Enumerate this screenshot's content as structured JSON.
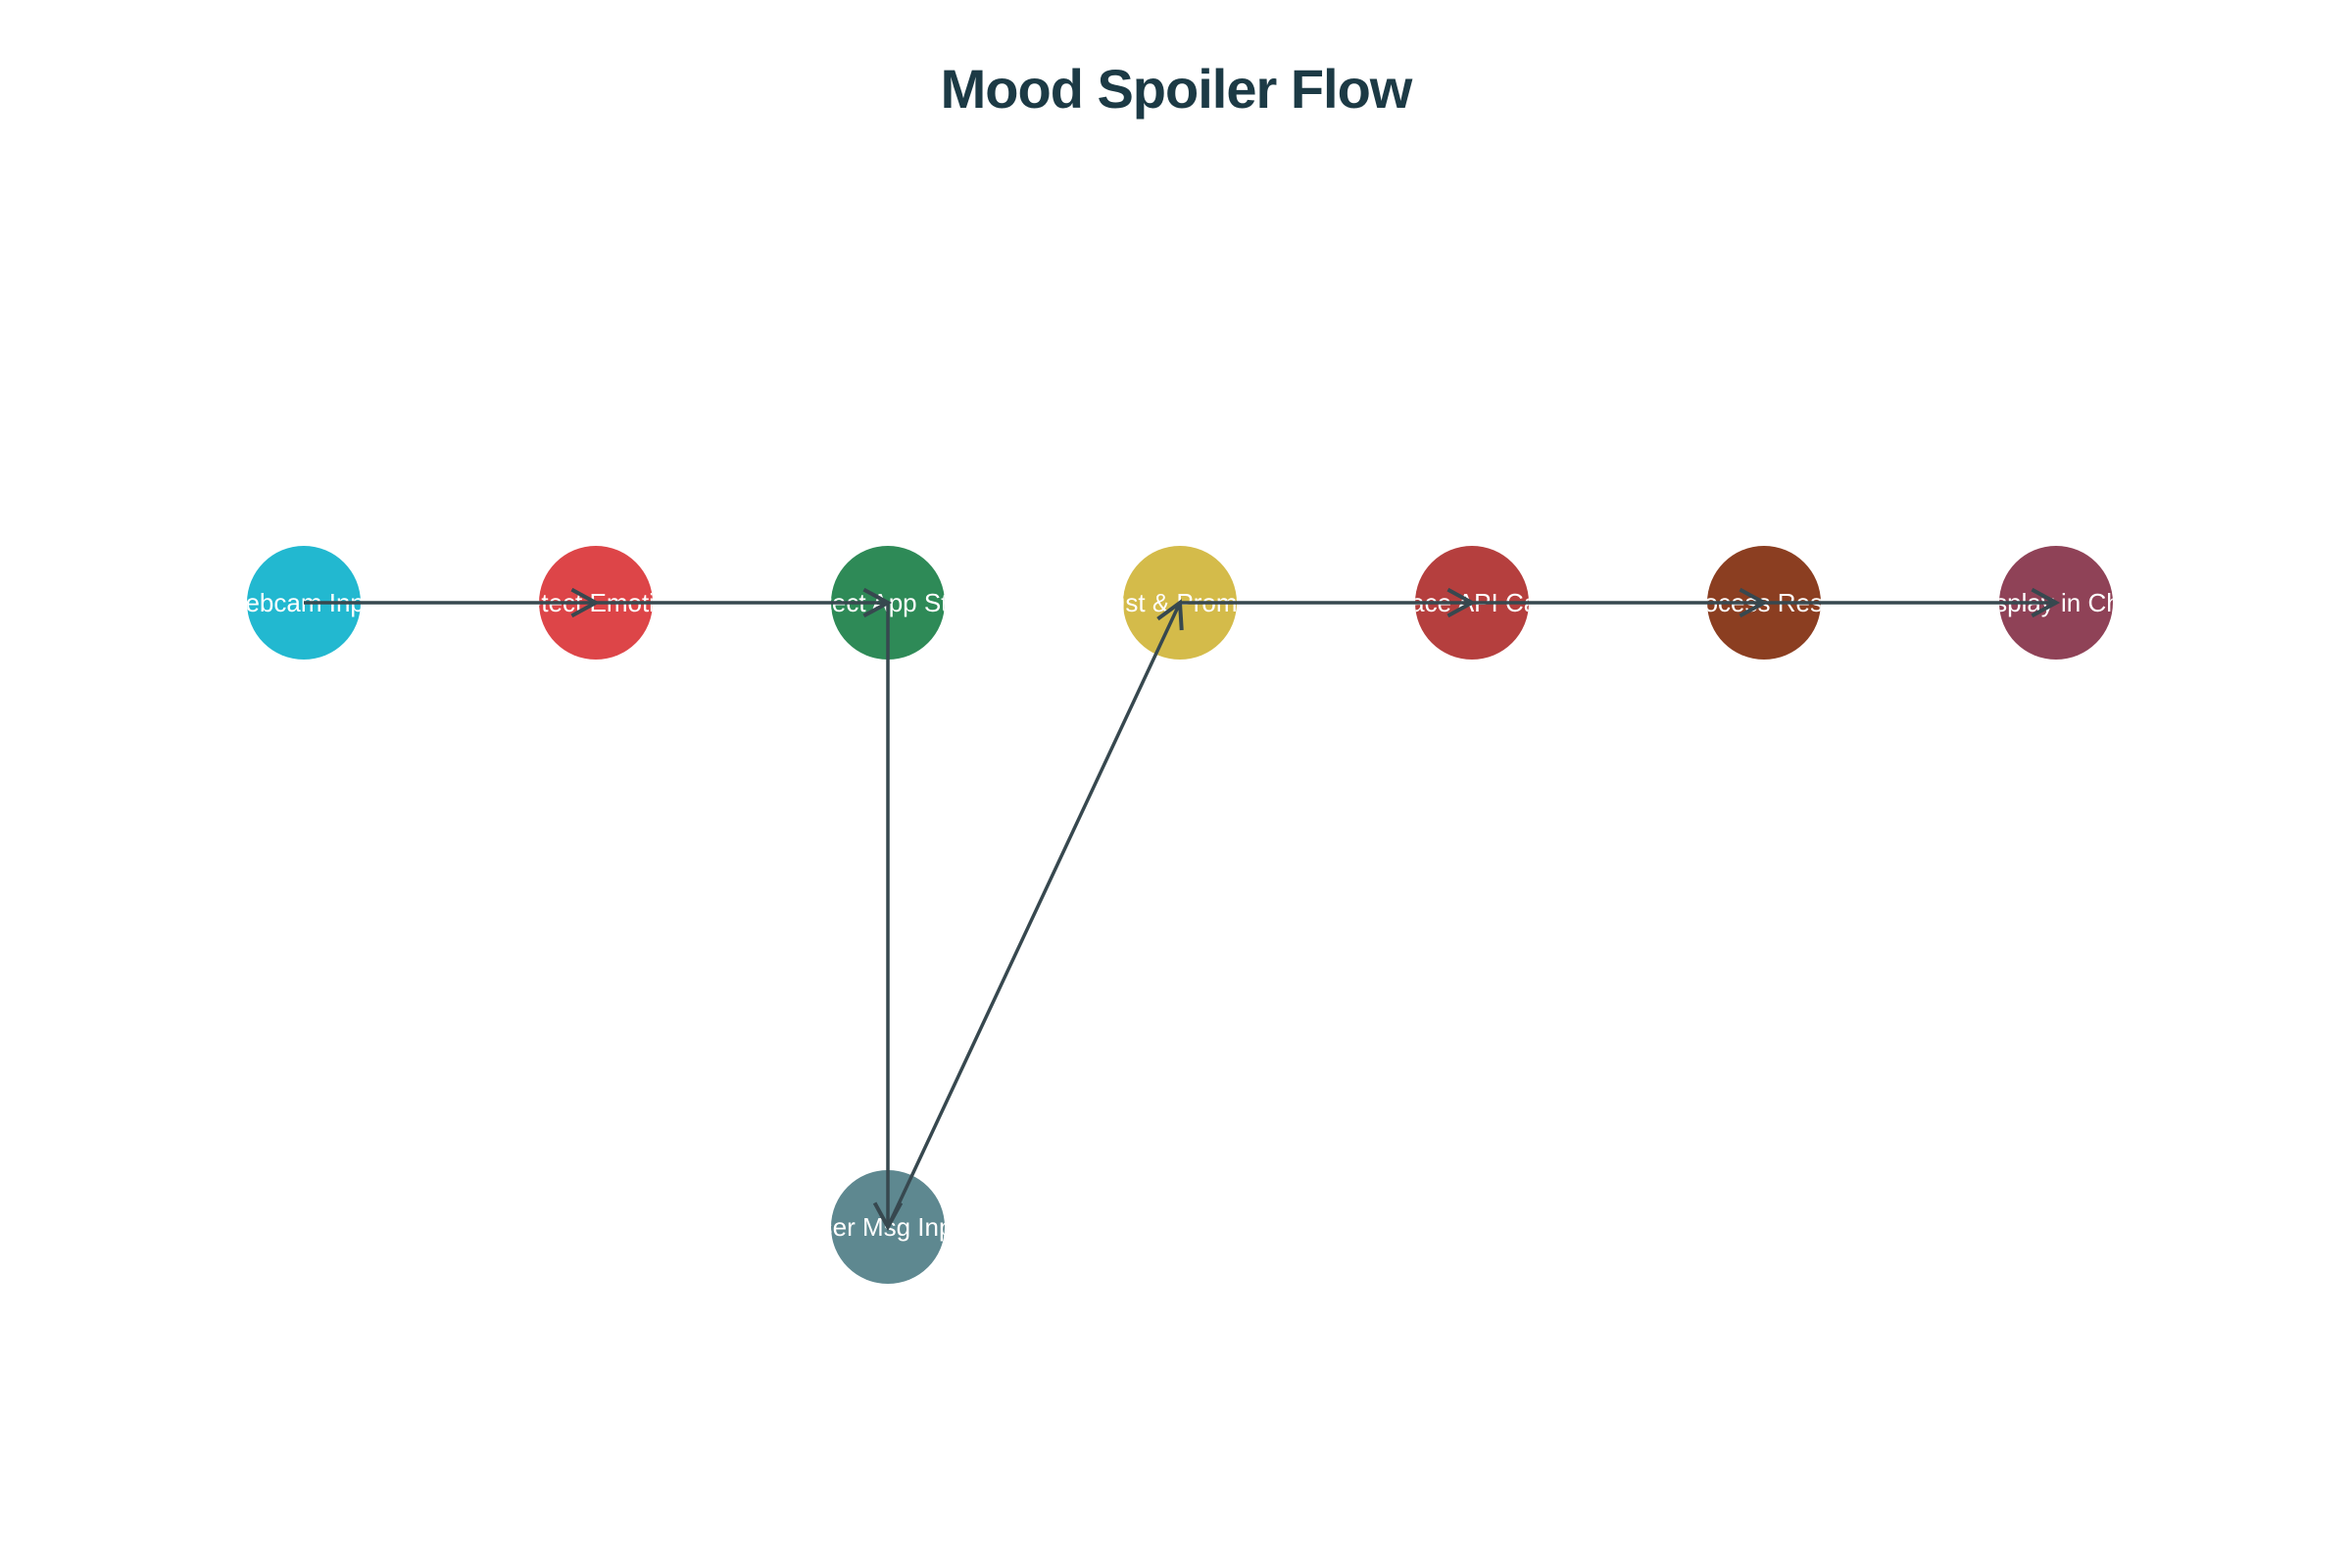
{
  "title": "Mood Spoiler Flow",
  "colors": {
    "edge": "#37484f",
    "text": "#ffffff",
    "title": "#1c3a45"
  },
  "nodes": [
    {
      "id": "webcam",
      "label": "Webcam Input",
      "color": "#22b8d0"
    },
    {
      "id": "emotion",
      "label": "Detect Emotion",
      "color": "#dd4548"
    },
    {
      "id": "appstate",
      "label": "Detect App State",
      "color": "#2e8a57"
    },
    {
      "id": "history",
      "label": "Hist & Prompt",
      "color": "#d4bb4a"
    },
    {
      "id": "api",
      "label": "Face API Call",
      "color": "#b53f3e"
    },
    {
      "id": "process",
      "label": "Process Result",
      "color": "#8b3e21"
    },
    {
      "id": "display",
      "label": "Display in Chat",
      "color": "#8f4257"
    },
    {
      "id": "usermsg",
      "label": "User Msg Input",
      "color": "#5e8890"
    }
  ],
  "edges": [
    {
      "from": "webcam",
      "to": "emotion"
    },
    {
      "from": "emotion",
      "to": "appstate"
    },
    {
      "from": "appstate",
      "to": "usermsg"
    },
    {
      "from": "usermsg",
      "to": "history"
    },
    {
      "from": "history",
      "to": "api"
    },
    {
      "from": "api",
      "to": "process"
    },
    {
      "from": "process",
      "to": "display"
    }
  ]
}
